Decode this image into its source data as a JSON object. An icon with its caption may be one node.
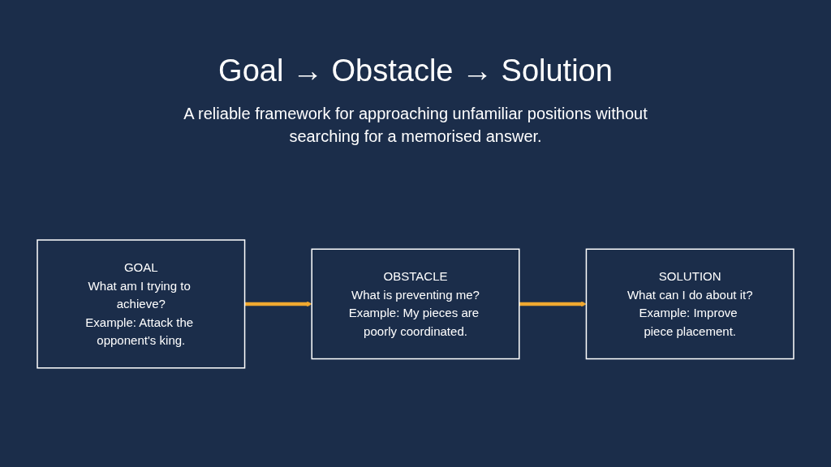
{
  "diagram": {
    "title": "Goal → Obstacle → Solution",
    "caption": "A reliable framework for approaching unfamiliar positions without searching for a memorised answer.",
    "nodes": [
      {
        "text": [
          "GOAL",
          "What am I trying to achieve?",
          "Example: Attack the opponent's king."
        ]
      },
      {
        "text": [
          "OBSTACLE",
          "What is preventing me?",
          "Example: My pieces are poorly coordinated."
        ]
      },
      {
        "text": [
          "SOLUTION",
          "What can I do about it?",
          "Example: Improve piece placement."
        ]
      }
    ],
    "edges": [
      {
        "from": 0,
        "to": 1,
        "arrow": "to"
      },
      {
        "from": 1,
        "to": 2,
        "arrow": "to"
      }
    ]
  }
}
